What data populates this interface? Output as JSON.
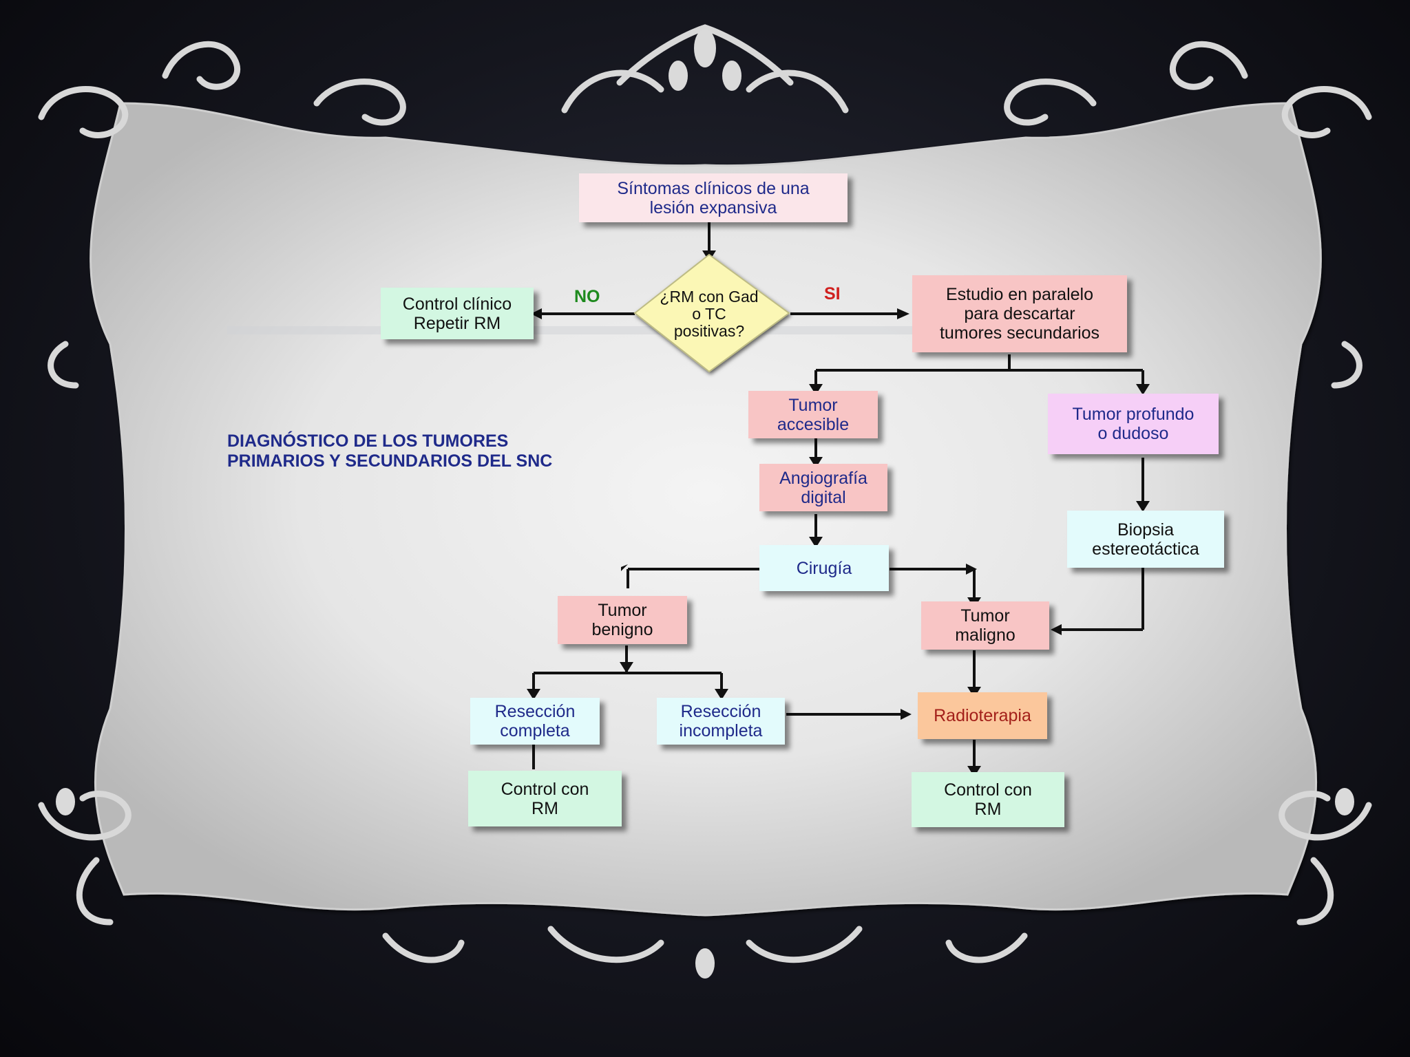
{
  "title": "DIAGNÓSTICO DE LOS TUMORES\nPRIMARIOS Y SECUNDARIOS DEL SNC",
  "colors": {
    "pink": "#fbe6ea",
    "salmon": "#f8c5c5",
    "mint": "#d3f7e2",
    "lightcyan": "#e3fbfc",
    "violet": "#f6cff7",
    "orange": "#fbc79c",
    "diamond": "#fbf7b5",
    "no_green": "#1e8a1e",
    "si_red": "#d0201f",
    "blue_text": "#1f2a8a",
    "dark_red_text": "#a3201a"
  },
  "nodes": {
    "sintomas": "Síntomas clínicos de una\nlesión expansiva",
    "decision": "¿RM con Gad\no TC\npositivas?",
    "control_clinico": "Control clínico\nRepetir RM",
    "estudio": "Estudio en paralelo\npara descartar\ntumores secundarios",
    "tumor_accesible": "Tumor\naccesible",
    "tumor_profundo": "Tumor profundo\no dudoso",
    "angiografia": "Angiografía\ndigital",
    "biopsia": "Biopsia\nestereotáctica",
    "cirugia": "Cirugía",
    "tumor_benigno": "Tumor\nbenigno",
    "tumor_maligno": "Tumor\nmaligno",
    "reseccion_completa": "Resección\ncompleta",
    "reseccion_incompleta": "Resección\nincompleta",
    "radioterapia": "Radioterapia",
    "control_rm_left": "Control con\nRM",
    "control_rm_right": "Control con\nRM"
  },
  "edge_labels": {
    "no": "NO",
    "si": "SI"
  }
}
